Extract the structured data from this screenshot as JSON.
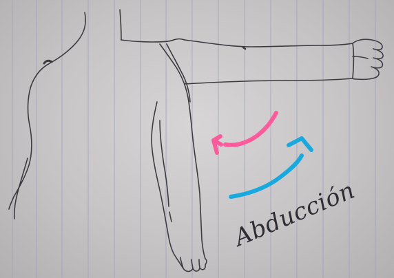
{
  "caption": {
    "text": "Abducción"
  },
  "colors": {
    "paper": "#c9c6c8",
    "rule_line": "#8f96b3",
    "pencil": "#3c3b40",
    "adduction_arrow": "#ff5a9c",
    "abduction_arrow": "#18a9df"
  },
  "icons": {
    "pink_arrow": "curved-arrow-left",
    "blue_arrow": "curved-arrow-up-right"
  }
}
